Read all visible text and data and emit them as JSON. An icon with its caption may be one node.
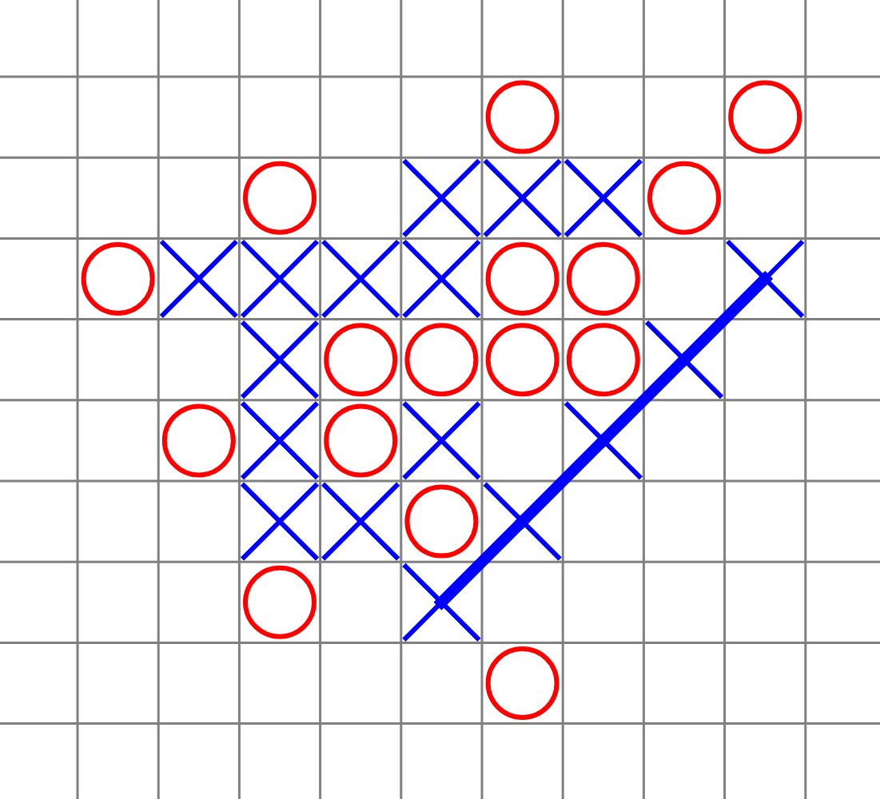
{
  "diagram": {
    "nodes": [
      {
        "text": [],
        "shape": "circle"
      },
      {
        "text": [],
        "shape": "circle"
      },
      {
        "text": [],
        "shape": "circle"
      },
      {
        "text": [],
        "shape": "cross"
      },
      {
        "text": [],
        "shape": "cross"
      },
      {
        "text": [],
        "shape": "cross"
      },
      {
        "text": [],
        "shape": "circle"
      },
      {
        "text": [],
        "shape": "circle"
      },
      {
        "text": [],
        "shape": "cross"
      },
      {
        "text": [],
        "shape": "cross"
      },
      {
        "text": [],
        "shape": "cross"
      },
      {
        "text": [],
        "shape": "cross"
      },
      {
        "text": [],
        "shape": "circle"
      },
      {
        "text": [],
        "shape": "circle"
      },
      {
        "text": [],
        "shape": "cross"
      },
      {
        "text": [],
        "shape": "cross"
      },
      {
        "text": [],
        "shape": "circle"
      },
      {
        "text": [],
        "shape": "circle"
      },
      {
        "text": [],
        "shape": "circle"
      },
      {
        "text": [],
        "shape": "circle"
      },
      {
        "text": [],
        "shape": "cross"
      },
      {
        "text": [],
        "shape": "circle"
      },
      {
        "text": [],
        "shape": "cross"
      },
      {
        "text": [],
        "shape": "circle"
      },
      {
        "text": [],
        "shape": "cross"
      },
      {
        "text": [],
        "shape": "cross"
      },
      {
        "text": [],
        "shape": "cross"
      },
      {
        "text": [],
        "shape": "cross"
      },
      {
        "text": [],
        "shape": "circle"
      },
      {
        "text": [],
        "shape": "cross"
      },
      {
        "text": [],
        "shape": "circle"
      },
      {
        "text": [],
        "shape": "cross"
      },
      {
        "text": [],
        "shape": "circle"
      }
    ],
    "edges": [
      {
        "from": 31,
        "to": 29,
        "arrow": "none"
      },
      {
        "from": 29,
        "to": 25,
        "arrow": "none"
      },
      {
        "from": 25,
        "to": 20,
        "arrow": "none"
      },
      {
        "from": 20,
        "to": 14,
        "arrow": "none"
      }
    ]
  }
}
